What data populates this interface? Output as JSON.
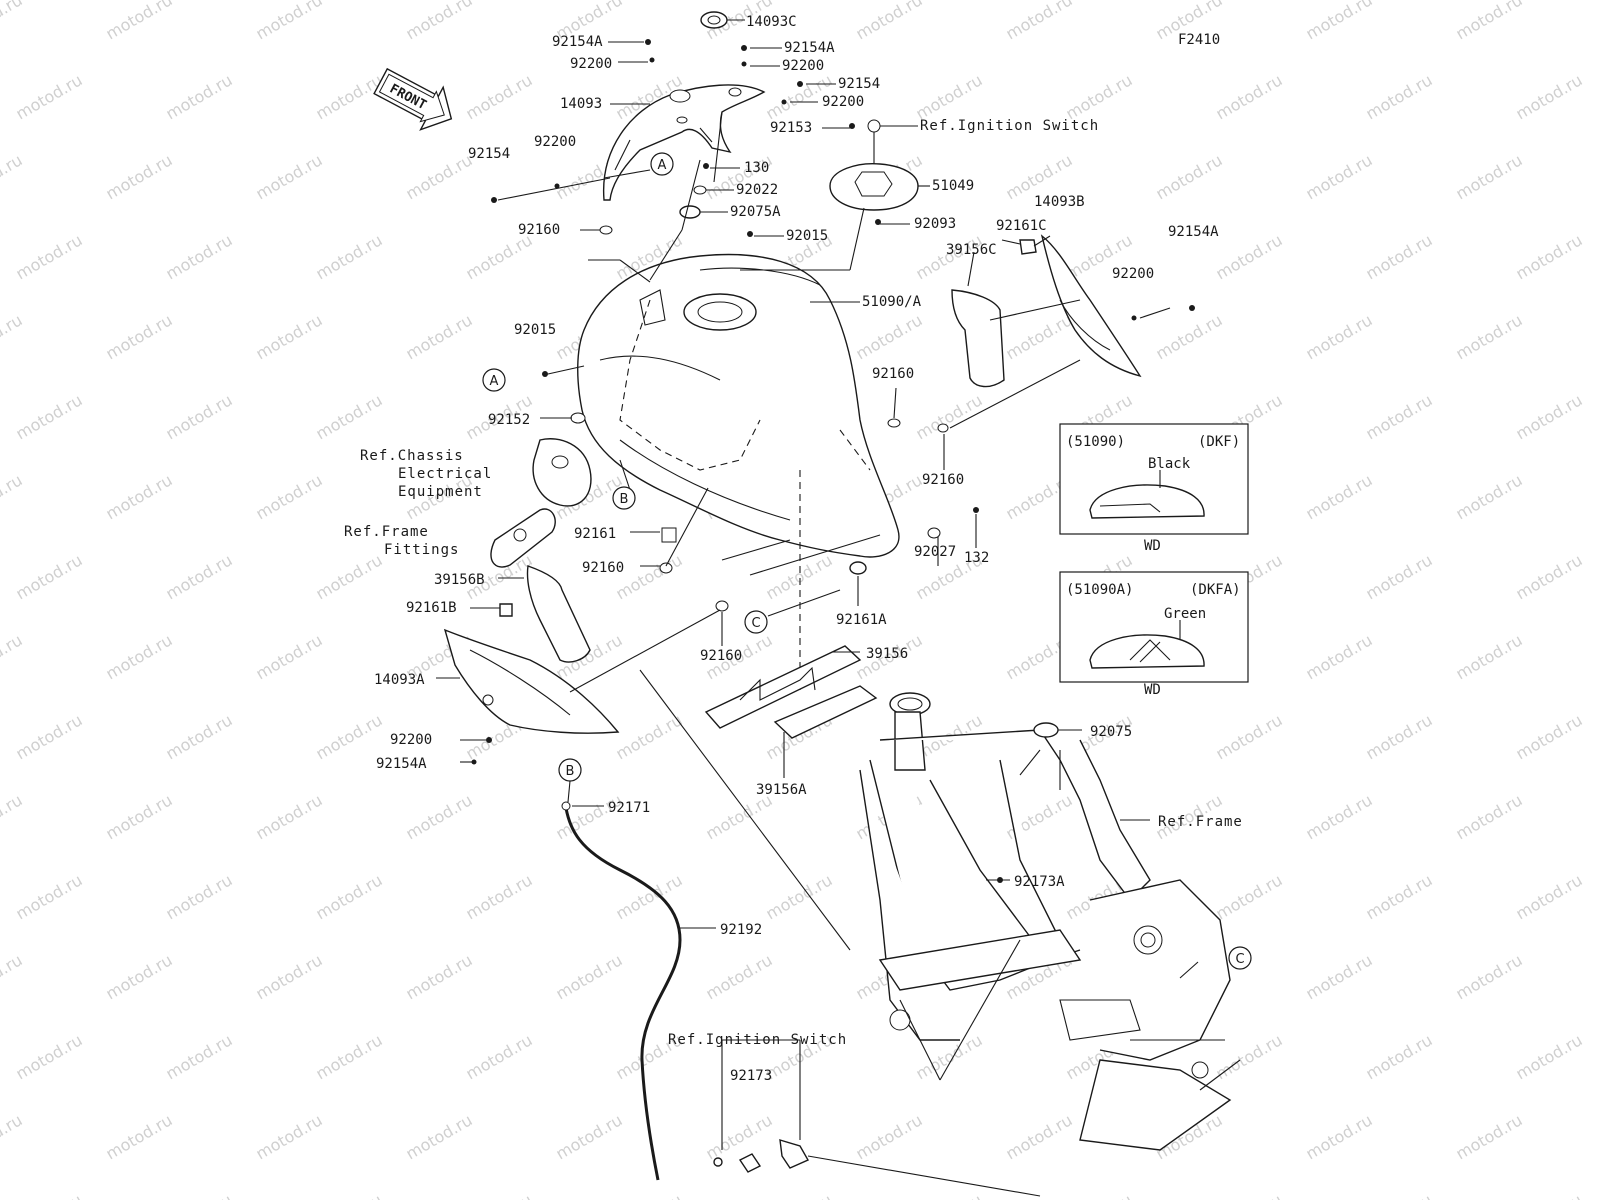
{
  "identifier": "F2410",
  "front_label": "FRONT",
  "watermark_text": "motod.ru",
  "parts": {
    "p14093C": "14093C",
    "p92154A_tl": "92154A",
    "p92200_tl": "92200",
    "p92154A_tc": "92154A",
    "p92200_tc": "92200",
    "p92154_tc": "92154",
    "p92200_tc2": "92200",
    "p14093": "14093",
    "p92200_l": "92200",
    "p92154_l": "92154",
    "p92153": "92153",
    "p130": "130",
    "p92022": "92022",
    "p51049": "51049",
    "p92075A": "92075A",
    "p92093": "92093",
    "p92160_l": "92160",
    "p92015_t": "92015",
    "p14093B": "14093B",
    "p92161C": "92161C",
    "p39156C": "39156C",
    "p92200_r": "92200",
    "p92154A_r": "92154A",
    "p51090A": "51090/A",
    "p92015_l": "92015",
    "p92160_m": "92160",
    "p92152": "92152",
    "p92160_r": "92160",
    "p92161": "92161",
    "p132": "132",
    "p92160_b": "92160",
    "p92027": "92027",
    "p39156B": "39156B",
    "p92161B": "92161B",
    "p92161A": "92161A",
    "p92160_c": "92160",
    "p39156": "39156",
    "p14093A": "14093A",
    "p92200_bl": "92200",
    "p92154A_bl": "92154A",
    "p39156A": "39156A",
    "p92075": "92075",
    "p92171": "92171",
    "p92173A": "92173A",
    "p92192": "92192",
    "p92173": "92173"
  },
  "refs": {
    "ignition_top": "Ref.Ignition Switch",
    "chassis_1": "Ref.Chassis",
    "chassis_2": "Electrical",
    "chassis_3": "Equipment",
    "frame_fit_1": "Ref.Frame",
    "frame_fit_2": "Fittings",
    "frame": "Ref.Frame",
    "ignition_bottom": "Ref.Ignition Switch"
  },
  "callouts": {
    "a": "A",
    "b": "B",
    "c": "C"
  },
  "legends": [
    {
      "part": "(51090)",
      "code": "(DKF)",
      "color": "Black",
      "note": "WD"
    },
    {
      "part": "(51090A)",
      "code": "(DKFA)",
      "color": "Green",
      "note": "WD"
    }
  ]
}
